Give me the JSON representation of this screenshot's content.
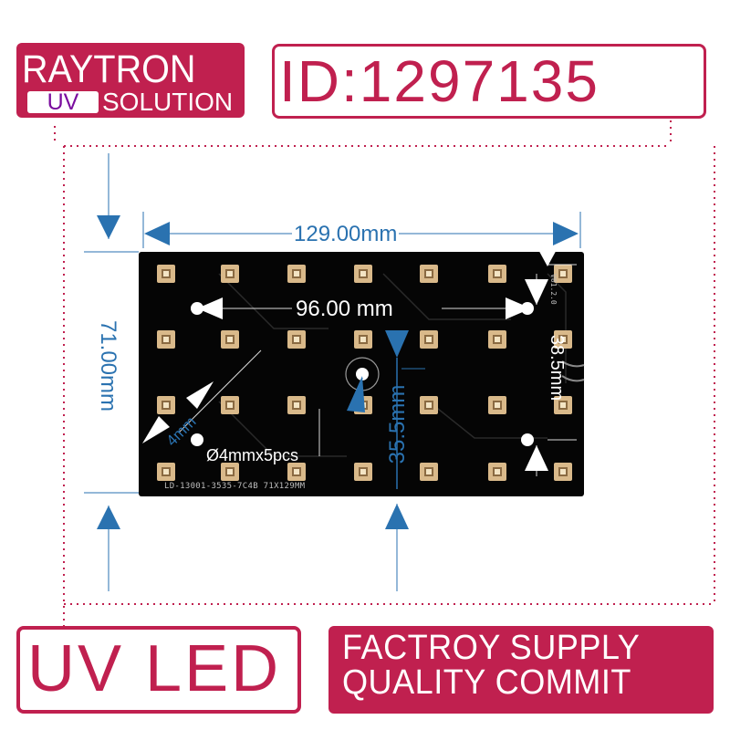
{
  "brand": {
    "name": "RAYTRON",
    "uv": "UV",
    "solution": "SOLUTION",
    "color": "#c0204f"
  },
  "id_label": "ID:1297135",
  "product_label": "UV LED",
  "slogan": {
    "line1": "FACTROY SUPPLY",
    "line2": "QUALITY COMMIT"
  },
  "pcb": {
    "silkscreen": "LD-13001-3535-7C4B 71X129MM",
    "silkscreen_vertical": "V01.2.0"
  },
  "dimensions": {
    "width": "129.00mm",
    "height": "71.00mm",
    "hole_spacing": "96.00 mm",
    "center_offset": "35.5mm",
    "edge_offset": "38.5mm",
    "hole_edge": "4mm",
    "hole_spec": "Ø4mmx5pcs"
  },
  "colors": {
    "accent": "#c0204f",
    "dimension": "#2a72b0",
    "pcb": "#050505",
    "led_pad": "#d9b98a"
  }
}
